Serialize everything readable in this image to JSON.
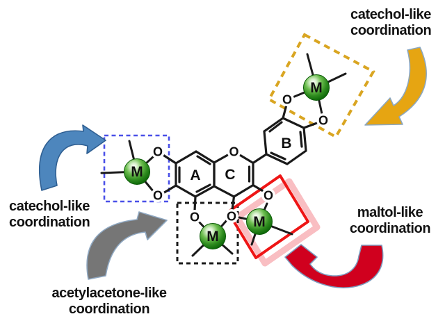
{
  "labels": {
    "catechol_right": {
      "line1": "catechol-like",
      "line2": "coordination"
    },
    "catechol_left": {
      "line1": "catechol-like",
      "line2": "coordination"
    },
    "maltol": {
      "line1": "maltol-like",
      "line2": "coordination"
    },
    "acetylacetone": {
      "line1": "acetylacetone-like",
      "line2": "coordination"
    }
  },
  "molecule": {
    "metal_label": "M",
    "oxygen_label": "O",
    "ring_a": "A",
    "ring_b": "B",
    "ring_c": "C"
  },
  "colors": {
    "box_blue": "#4A50E8",
    "box_yellow": "#D9A521",
    "box_black": "#1A1A1A",
    "box_red": "#EE1515",
    "box_red_shadow": "#F9BEC2",
    "arrow_blue": "#4D86BD",
    "arrow_gold": "#E6A512",
    "arrow_gray": "#767676",
    "arrow_red": "#D0001E",
    "metal_green": "#2E8B1E",
    "bond": "#1A1A1A",
    "text": "#121212"
  }
}
